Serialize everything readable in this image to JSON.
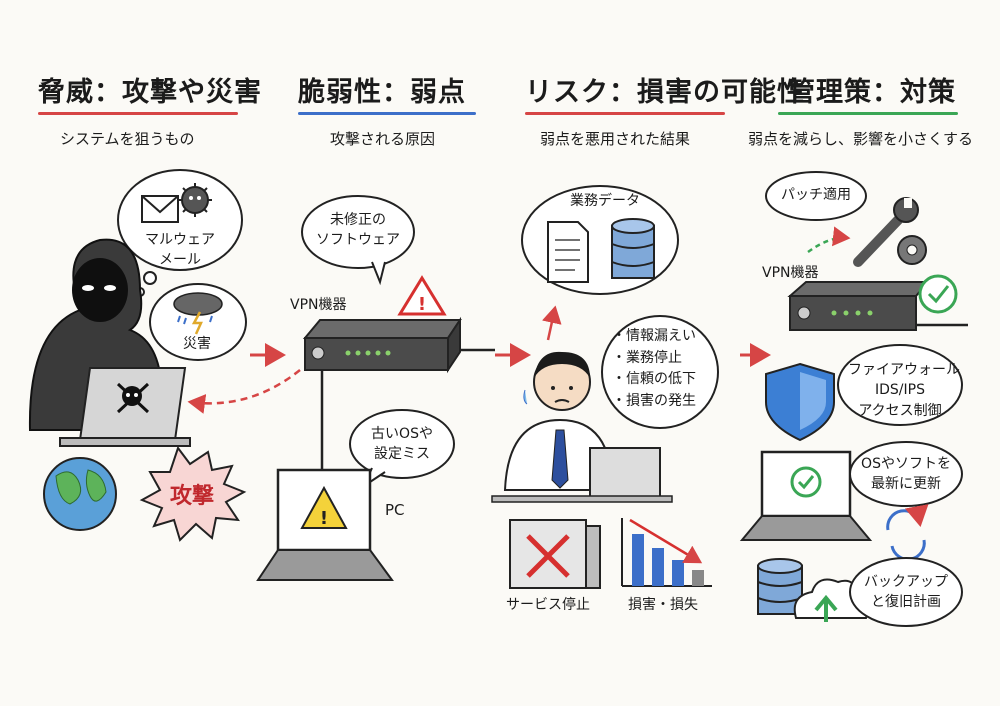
{
  "colors": {
    "red": "#d64545",
    "blue": "#3c6fc9",
    "green": "#3aa655",
    "ink": "#1b1b1b"
  },
  "threat": {
    "title": "脅威：攻撃や災害",
    "subtitle": "システムを狙うもの",
    "bubble1": [
      "マルウェア",
      "メール"
    ],
    "bubble2": "災害",
    "burst": "攻撃",
    "icons": [
      "hacker-icon",
      "email-icon",
      "virus-icon",
      "storm-cloud-icon",
      "skull-icon",
      "globe-icon"
    ]
  },
  "vuln": {
    "title": "脆弱性：弱点",
    "subtitle": "攻撃される原因",
    "bubble1": [
      "未修正の",
      "ソフトウェア"
    ],
    "device_label": "VPN機器",
    "bubble2": [
      "古いOSや",
      "設定ミス"
    ],
    "pc_label": "PC"
  },
  "risk": {
    "title": "リスク：損害の可能性",
    "subtitle": "弱点を悪用された結果",
    "data_label": "業務データ",
    "items": [
      "・情報漏えい",
      "・業務停止",
      "・信頼の低下",
      "・損害の発生"
    ],
    "service_label": "サービス停止",
    "loss_label": "損害・損失"
  },
  "mgmt": {
    "title": "管理策：対策",
    "subtitle": "弱点を減らし、影響を小さくする",
    "patch_label": "パッチ適用",
    "device_label": "VPN機器",
    "firewall": [
      "ファイアウォール",
      "IDS/IPS",
      "アクセス制御"
    ],
    "update": [
      "OSやソフトを",
      "最新に更新"
    ],
    "backup": [
      "バックアップ",
      "と復旧計画"
    ]
  }
}
